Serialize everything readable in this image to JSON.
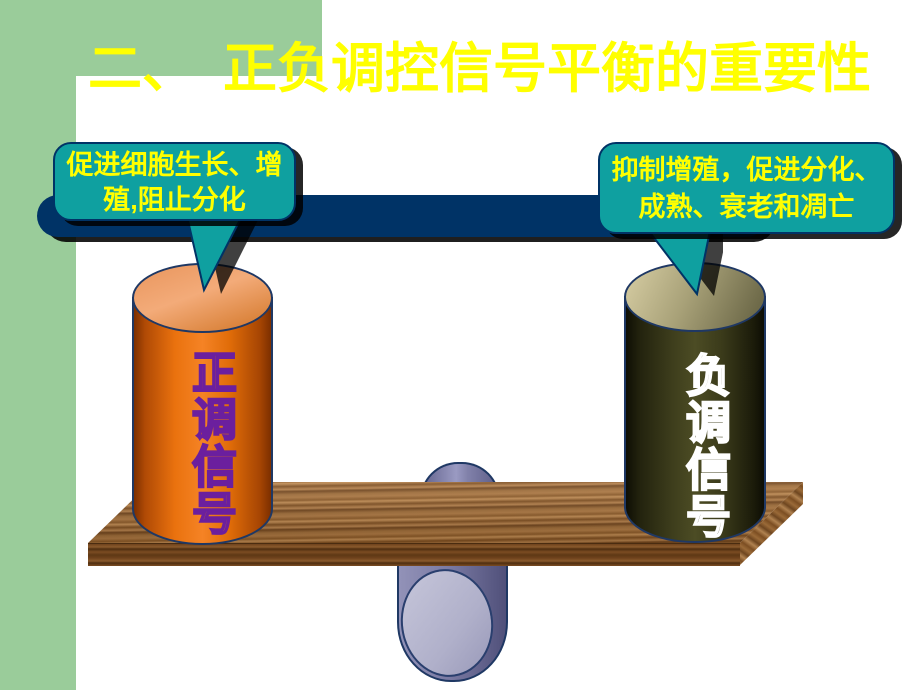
{
  "slide": {
    "title": "二、　正负调控信号平衡的重要性",
    "background": "#FFFFFF"
  },
  "decor": {
    "accent_green": "#9ACC9A",
    "beam_bar_color": "#003366",
    "callout_fill": "#0FA0A0",
    "callout_border": "#003366",
    "title_color": "#FFFF00",
    "callout_text_color": "#FFFF00"
  },
  "callouts": {
    "left": {
      "line1": "促进细胞生长、增",
      "line2": "殖,阻止分化"
    },
    "right": {
      "line1": "抑制增殖，促进分化、",
      "line2": "成熟、衰老和凋亡"
    }
  },
  "cylinders": {
    "left": {
      "label": "正调信号",
      "body_color": "#EA720E",
      "label_fill": "#E8720E",
      "label_outline": "#6B1F9E"
    },
    "right": {
      "label": "负调信号",
      "body_color": "#3F3F1D",
      "label_fill": "#3A3A15",
      "label_outline": "#FFFFFF"
    }
  }
}
